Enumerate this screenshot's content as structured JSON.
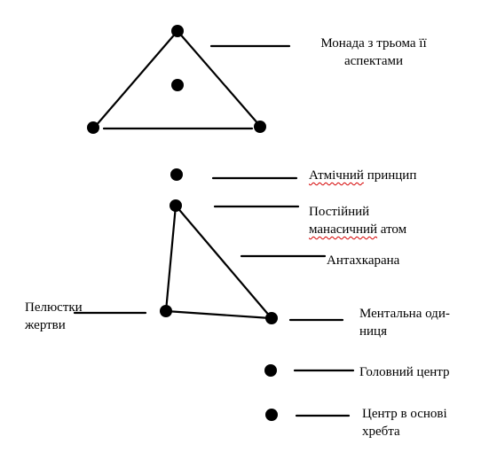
{
  "colors": {
    "line": "#000000",
    "text": "#000000",
    "spellcheck_underline": "#d40000"
  },
  "labels": {
    "monad": {
      "line1": "Монада з трьома її",
      "line2": "аспектами"
    },
    "atmic": {
      "part1": "Атмічний",
      "part2": " принцип"
    },
    "manasic": {
      "line1": "Постійний",
      "line2a": "манасичний",
      "line2b": " атом"
    },
    "antahkarana": "Антахкарана",
    "petals": {
      "line1": "Пелюстки",
      "line2": "жертви"
    },
    "mental_unit": {
      "line1": "Ментальна оди-",
      "line2": "ниця"
    },
    "head_center": "Головний центр",
    "base_center": {
      "line1": "Центр в основі",
      "line2": "хребта"
    }
  }
}
